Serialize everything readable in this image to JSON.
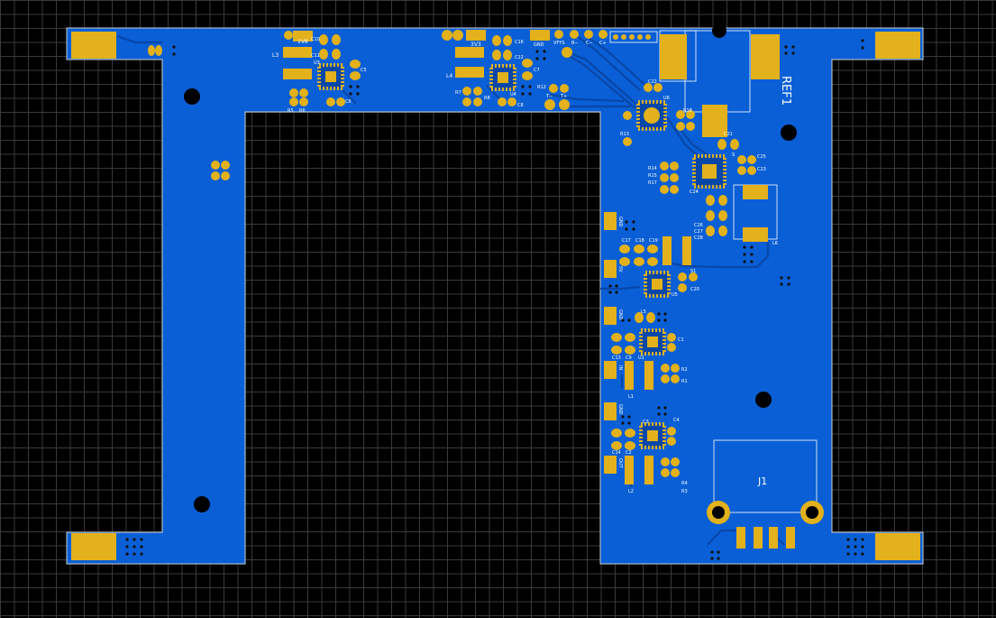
{
  "board": {
    "reference": "REF1",
    "connector": "J1",
    "colors": {
      "background": "#000000",
      "grid": "#3a3a3a",
      "copper": "#0a5fd6",
      "trace": "#0747a8",
      "pad": "#e2b11b",
      "outline": "#cfcfcf"
    }
  },
  "labels": {
    "top": {
      "v18": "1V8",
      "c10": "C10",
      "l3": "L3",
      "c11": "C11",
      "u3": "U3",
      "c5": "C5",
      "c6": "C6",
      "r5": "R5",
      "r6": "R6",
      "v33": "3V3",
      "c16": "C16",
      "c12": "C12",
      "c7": "C7",
      "l4": "L4",
      "r7": "R7",
      "r8": "R8",
      "u4": "U4",
      "c8": "C8",
      "gnd": "GND",
      "vsys": "VFYS",
      "r12": "R12",
      "tminus": "T−",
      "tplus": "T+",
      "bminus": "B−",
      "cminus": "C−",
      "cplus": "C+"
    },
    "right": {
      "c22": "C22",
      "u6": "U6",
      "r18": "R18",
      "r13": "R13",
      "c21": "C21",
      "s": "S",
      "c25": "C25",
      "c23": "C23",
      "r14": "R14",
      "r15": "R15",
      "r17": "R17",
      "c24": "C24",
      "c26": "C26",
      "c27": "C27",
      "c28": "C28",
      "l6": "L6",
      "gnd1": "GND",
      "c17": "C17",
      "c18": "C18",
      "c19": "C19",
      "v5": "5V",
      "s1": "S1",
      "c20": "C20",
      "u5": "U5",
      "gnd2": "GND",
      "l5": "L5",
      "c1": "C1",
      "c13": "C13",
      "c9": "C9",
      "u1": "U1",
      "in": "IN",
      "l1": "L1",
      "r2": "R2",
      "r1": "R1",
      "gnd3": "GND",
      "c3": "C3",
      "c4": "C4",
      "c14": "C14",
      "c2": "C2",
      "out": "OUT",
      "l2": "L2",
      "r3": "R3",
      "r4": "R4"
    }
  }
}
